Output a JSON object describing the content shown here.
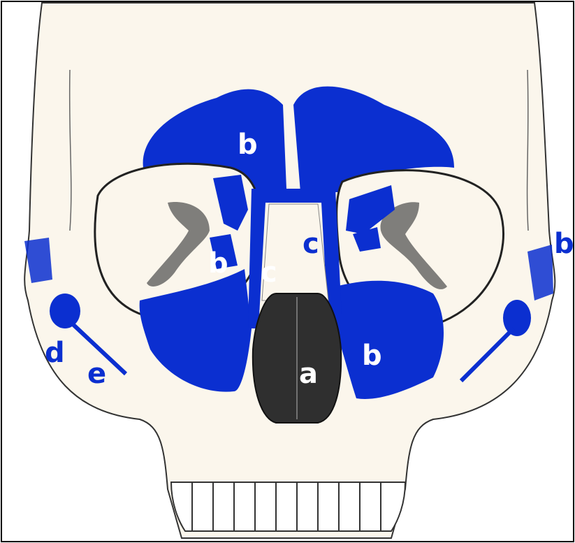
{
  "colors": {
    "bone": "#fbf6ec",
    "outline": "#333333",
    "sinus": "#0b2fd0",
    "nasal_cavity": "#2f2f2f",
    "frame": "#000000",
    "label_on_blue": "#ffffff",
    "label_on_bone": "#0b2fd0",
    "label_on_dark": "#ffffff"
  },
  "labels": {
    "a": "a",
    "b_frontal": "b",
    "b_orbit_left": "b",
    "b_maxillary_right": "b",
    "b_temporal_right": "b",
    "c_left": "c",
    "c_right": "c",
    "d": "d",
    "e": "e"
  }
}
